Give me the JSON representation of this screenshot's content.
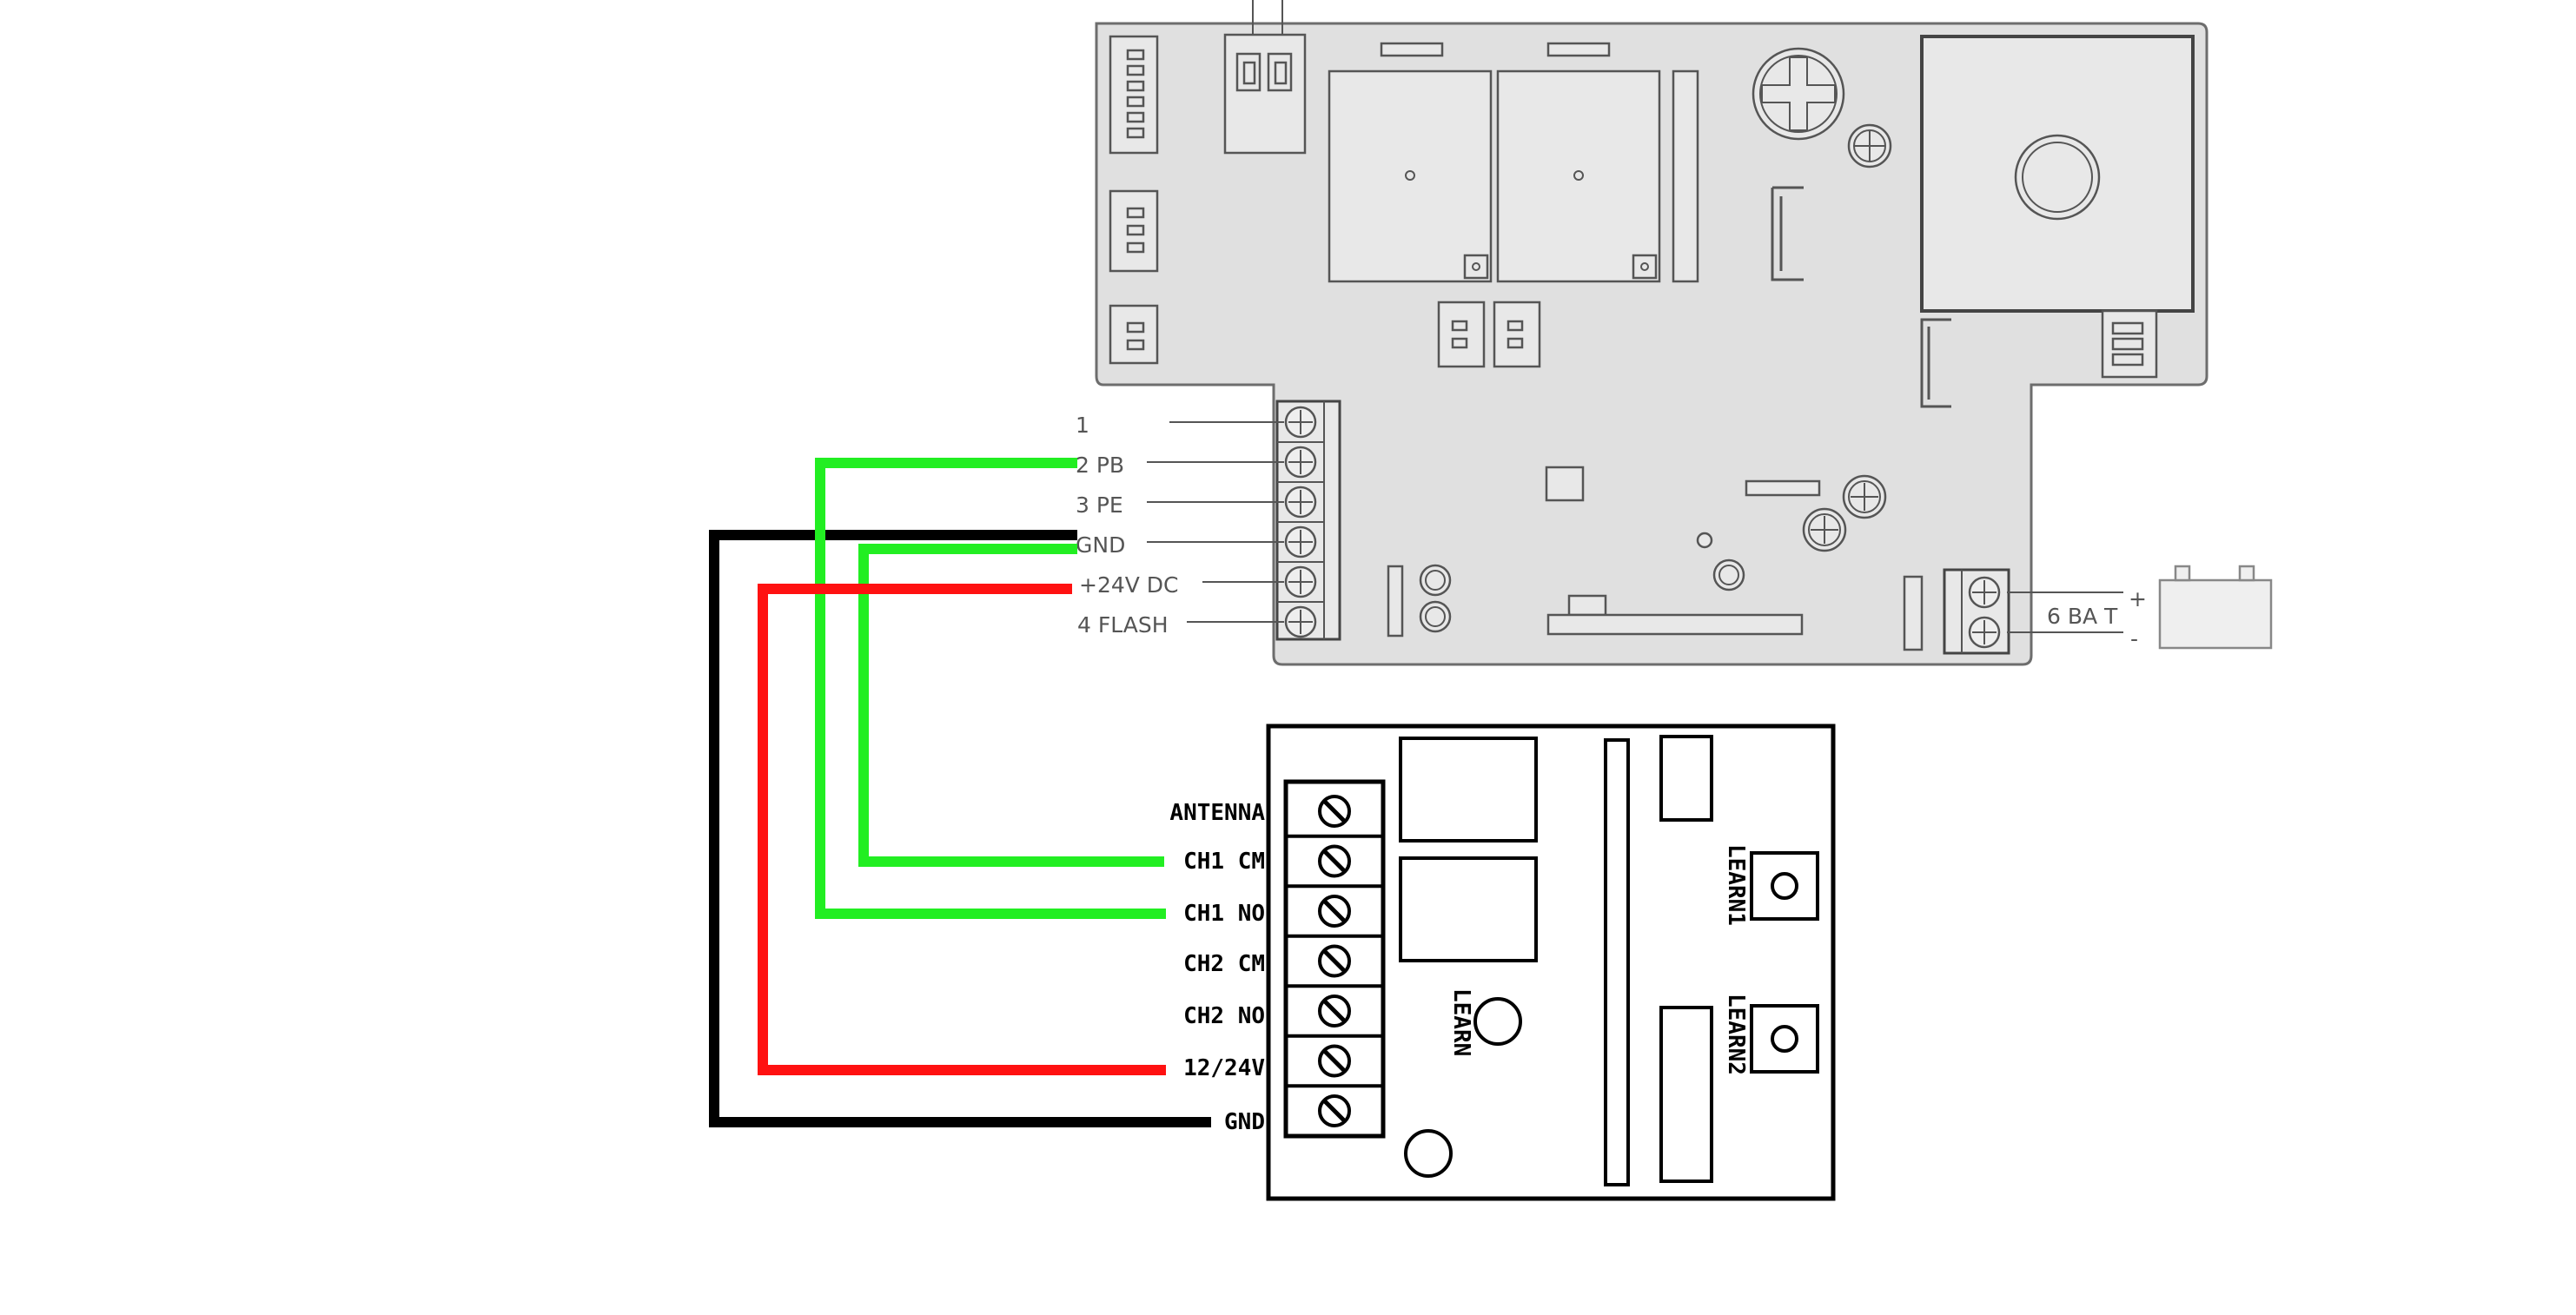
{
  "control_board": {
    "terminals": [
      "1",
      "2 PB",
      "3 PE",
      "GND",
      "+24V DC",
      "4 FLASH"
    ],
    "battery": {
      "label": "6 BA T",
      "plus": "+",
      "minus": "-"
    }
  },
  "receiver": {
    "terminals": [
      "ANTENNA",
      "CH1 CM",
      "CH1 NO",
      "CH2 CM",
      "CH2 NO",
      "12/24V",
      "GND"
    ],
    "learn_main": "LEARN",
    "learn1": "LEARN1",
    "learn2": "LEARN2"
  },
  "wires": [
    {
      "from": "2 PB",
      "to": "CH1 NO",
      "color": "#22ee22"
    },
    {
      "from": "GND",
      "to": "CH1 CM",
      "color": "#22ee22"
    },
    {
      "from": "GND",
      "to": "GND",
      "color": "#000000"
    },
    {
      "from": "+24V DC",
      "to": "12/24V",
      "color": "#ff1111"
    }
  ],
  "colors": {
    "board": "#e0e0e0",
    "outline": "#555555",
    "green": "#22ee22",
    "red": "#ff1111",
    "black": "#000000"
  }
}
